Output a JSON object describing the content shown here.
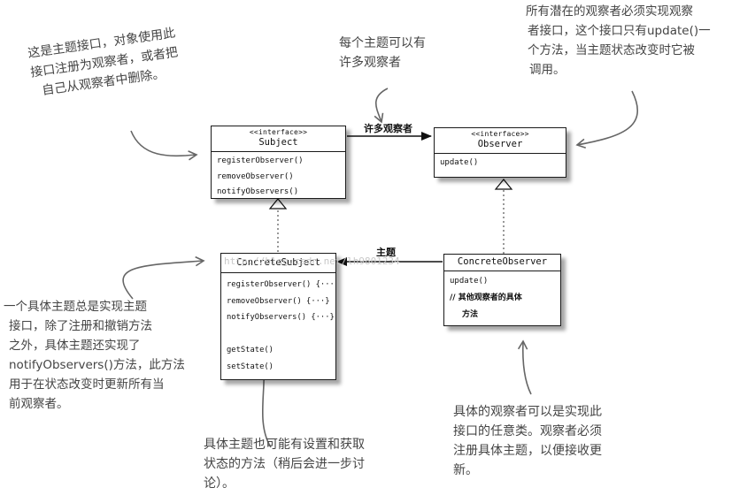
{
  "subject": {
    "stereotype": "<<interface>>",
    "name": "Subject",
    "methods": [
      "registerObserver()",
      "removeObserver()",
      "notifyObservers()"
    ]
  },
  "observer": {
    "stereotype": "<<interface>>",
    "name": "Observer",
    "methods": [
      "update()"
    ]
  },
  "concrete_subject": {
    "name": "ConcreteSubject",
    "methods": [
      "registerObserver()  {···",
      "removeObserver()  {···}",
      "notifyObservers()  {···}",
      "",
      "getState()",
      "setState()"
    ]
  },
  "concrete_observer": {
    "name": "ConcreteObserver",
    "method": "update()",
    "comment_line1": "// 其他观察者的具体",
    "comment_line2": "方法"
  },
  "relations": {
    "many_observers": "许多观察者",
    "subject": "主题"
  },
  "notes": {
    "subject_interface": [
      "这是主题接口，对象使用此",
      "接口注册为观察者，或者把",
      "自己从观察者中删除。"
    ],
    "one_to_many": [
      "每个主题可以有",
      "许多观察者"
    ],
    "observer_interface": [
      "所有潜在的观察者必须实现观察",
      "者接口，这个接口只有update()一",
      "个方法，当主题状态改变时它被",
      "调用。"
    ],
    "concrete_subject": [
      "一个具体主题总是实现主题",
      "接口，除了注册和撤销方法",
      "之外，具体主题还实现了",
      "notifyObservers()方法，此方法",
      "用于在状态改变时更新所有当",
      "前观察者。"
    ],
    "state_methods": [
      "具体主题也可能有设置和获取",
      "状态的方法（稍后会进一步讨",
      "论）。"
    ],
    "concrete_observer": [
      "具体的观察者可以是实现此",
      "接口的任意类。观察者必须",
      "注册具体主题，以便接收更",
      "新。"
    ]
  },
  "watermark": "http://blog.csdn.net/lh9801234"
}
